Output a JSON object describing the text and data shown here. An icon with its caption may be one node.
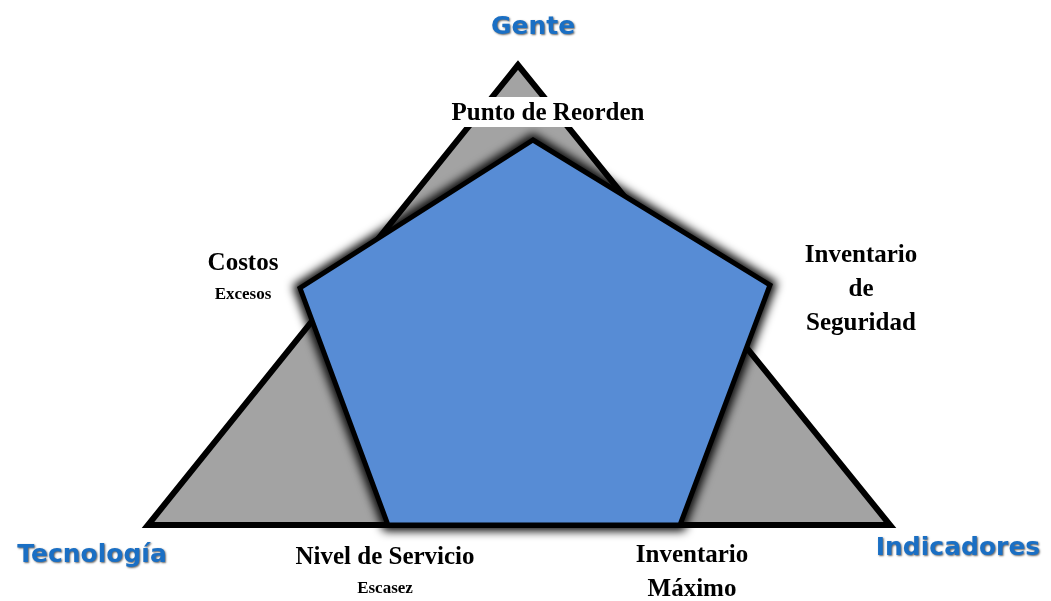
{
  "diagram": {
    "labels": [
      "Gente",
      "Punto de Reorden",
      "Costos",
      "Excesos",
      "Inventario de Seguridad",
      "Tecnología",
      "Nivel de Servicio",
      "Escasez",
      "Inventario Máximo",
      "Indicadores"
    ]
  }
}
